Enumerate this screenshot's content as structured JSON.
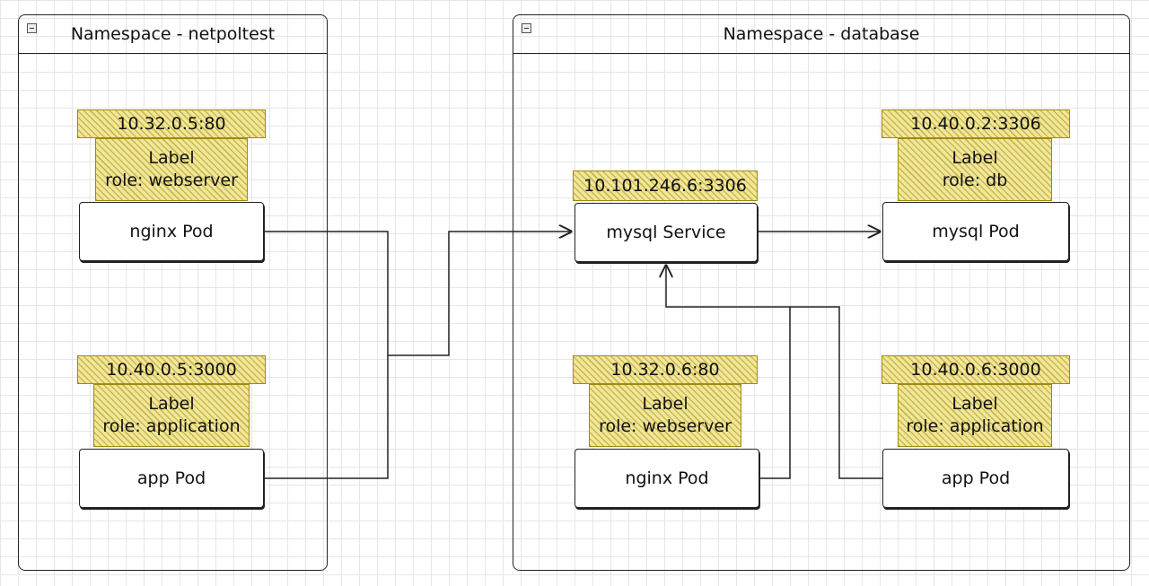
{
  "namespaces": {
    "netpoltest": {
      "title": "Namespace - netpoltest"
    },
    "database": {
      "title": "Namespace - database"
    }
  },
  "netpoltest": {
    "nginx": {
      "ip": "10.32.0.5:80",
      "label_title": "Label",
      "label_value": "role: webserver",
      "name": "nginx Pod"
    },
    "app": {
      "ip": "10.40.0.5:3000",
      "label_title": "Label",
      "label_value": "role: application",
      "name": "app Pod"
    }
  },
  "database": {
    "service": {
      "ip": "10.101.246.6:3306",
      "name": "mysql Service"
    },
    "mysql": {
      "ip": "10.40.0.2:3306",
      "label_title": "Label",
      "label_value": "role: db",
      "name": "mysql Pod"
    },
    "nginx": {
      "ip": "10.32.0.6:80",
      "label_title": "Label",
      "label_value": "role: webserver",
      "name": "nginx Pod"
    },
    "app": {
      "ip": "10.40.0.6:3000",
      "label_title": "Label",
      "label_value": "role: application",
      "name": "app Pod"
    }
  },
  "colors": {
    "hatch_fill": "#f1e79a",
    "hatch_stroke": "#a08a10",
    "line": "#222222",
    "grid": "#e6e6e6"
  }
}
